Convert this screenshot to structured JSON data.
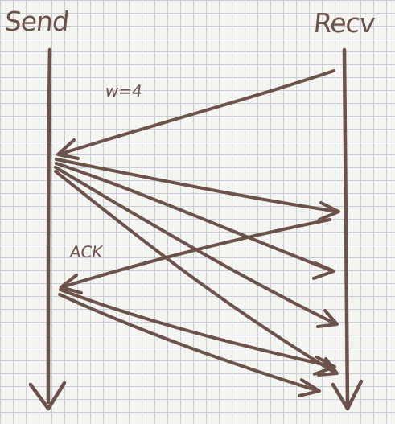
{
  "diagram": {
    "sender_label": "Send",
    "receiver_label": "Recv",
    "window_note": "w=4",
    "ack_note": "ACK",
    "ink_color": "#6b524a",
    "paper_color": "#f4f4f1",
    "grid_color": "#c9ced6",
    "arrows": [
      {
        "from": "receiver",
        "to": "sender"
      },
      {
        "from": "sender",
        "to": "receiver"
      },
      {
        "from": "sender",
        "to": "receiver"
      },
      {
        "from": "sender",
        "to": "receiver"
      },
      {
        "from": "sender",
        "to": "receiver"
      },
      {
        "from": "receiver",
        "to": "sender"
      },
      {
        "from": "sender",
        "to": "receiver"
      },
      {
        "from": "sender",
        "to": "receiver"
      }
    ]
  }
}
